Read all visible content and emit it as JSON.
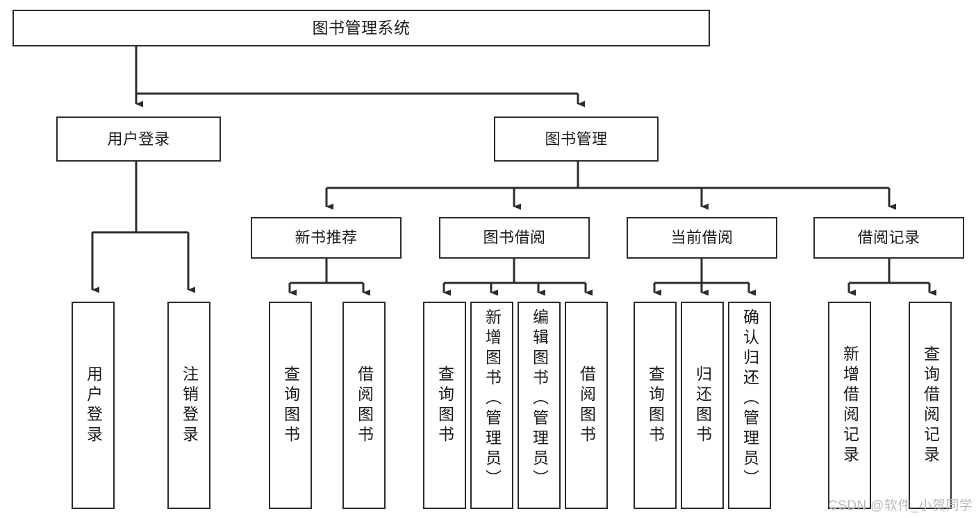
{
  "diagram": {
    "type": "tree",
    "title": "图书管理系统",
    "watermark": "CSDN @软件_小贺同学",
    "colors": {
      "stroke": "#2b2b2b",
      "fill": "#ffffff",
      "text": "#1a1a1a",
      "watermark": "#b9b9b9"
    },
    "nodes": {
      "root": {
        "label": "图书管理系统"
      },
      "level2": [
        {
          "id": "user-login",
          "label": "用户登录"
        },
        {
          "id": "book-manage",
          "label": "图书管理"
        }
      ],
      "level3": [
        {
          "id": "new-book-rec",
          "label": "新书推荐"
        },
        {
          "id": "book-borrow",
          "label": "图书借阅"
        },
        {
          "id": "current-borrow",
          "label": "当前借阅"
        },
        {
          "id": "borrow-record",
          "label": "借阅记录"
        }
      ],
      "leaves": {
        "user-login": [
          {
            "id": "leaf-user-login",
            "label": "用户登录"
          },
          {
            "id": "leaf-user-logout",
            "label": "注销登录"
          }
        ],
        "new-book-rec": [
          {
            "id": "leaf-query-book-1",
            "label": "查询图书"
          },
          {
            "id": "leaf-borrow-book-1",
            "label": "借阅图书"
          }
        ],
        "book-borrow": [
          {
            "id": "leaf-query-book-2",
            "label": "查询图书"
          },
          {
            "id": "leaf-add-book",
            "label": "新增图书（管理员）"
          },
          {
            "id": "leaf-edit-book",
            "label": "编辑图书（管理员）"
          },
          {
            "id": "leaf-borrow-book-2",
            "label": "借阅图书"
          }
        ],
        "current-borrow": [
          {
            "id": "leaf-query-book-3",
            "label": "查询图书"
          },
          {
            "id": "leaf-return-book",
            "label": "归还图书"
          },
          {
            "id": "leaf-confirm-return",
            "label": "确认归还（管理员）"
          }
        ],
        "borrow-record": [
          {
            "id": "leaf-add-record",
            "label": "新增借阅记录"
          },
          {
            "id": "leaf-query-record",
            "label": "查询借阅记录"
          }
        ]
      }
    }
  }
}
